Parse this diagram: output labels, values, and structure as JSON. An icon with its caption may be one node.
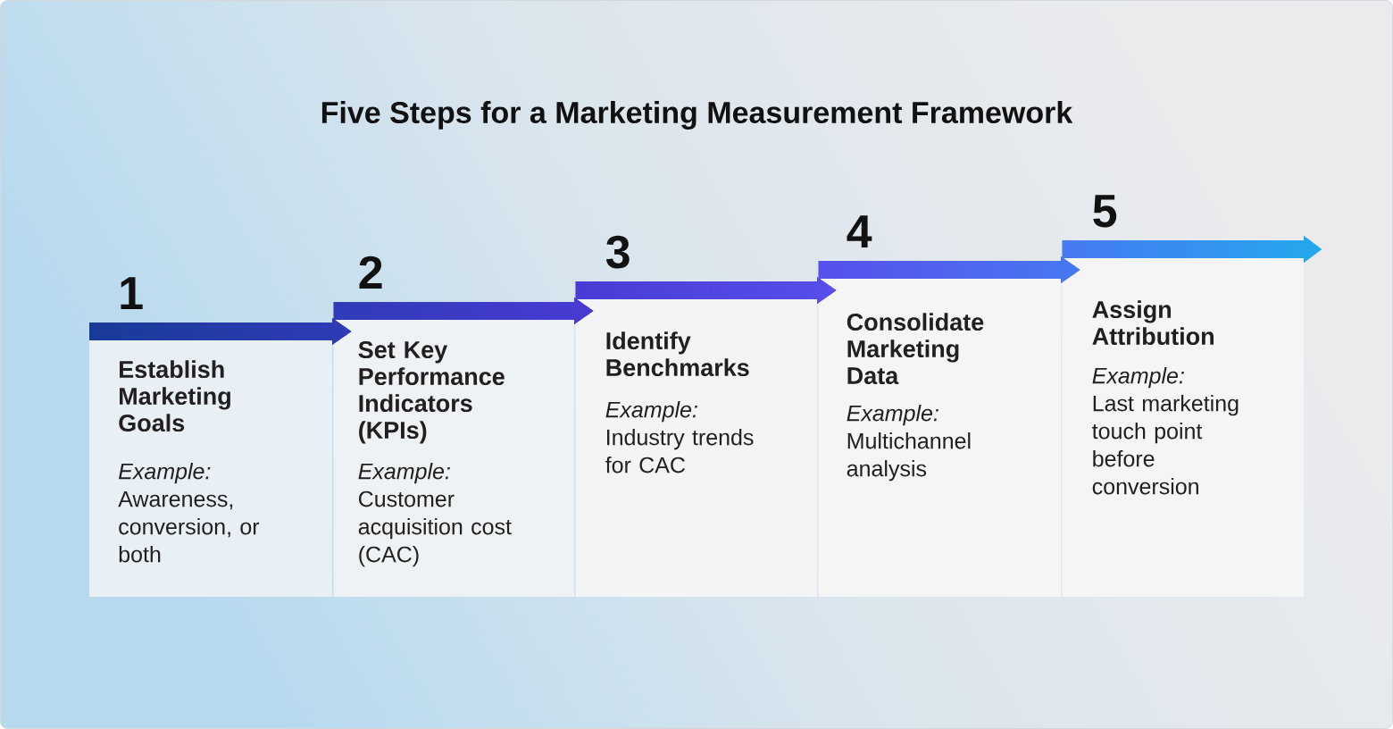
{
  "diagram": {
    "title": "Five Steps for a Marketing Measurement Framework",
    "nodes": [
      {
        "text": [
          "Establish Marketing Goals",
          "Example:",
          "Awareness, conversion, or both"
        ],
        "beside": [
          "1"
        ]
      },
      {
        "text": [
          "Set Key Performance Indicators (KPIs)",
          "Example:",
          "Customer acquisition cost (CAC)"
        ],
        "beside": [
          "2"
        ]
      },
      {
        "text": [
          "Identify Benchmarks",
          "Example:",
          "Industry trends for CAC"
        ],
        "beside": [
          "3"
        ]
      },
      {
        "text": [
          "Consolidate Marketing Data",
          "Example:",
          "Multichannel analysis"
        ],
        "beside": [
          "4"
        ]
      },
      {
        "text": [
          "Assign Attribution",
          "Example:",
          "Last marketing touch point before conversion"
        ],
        "beside": [
          "5"
        ]
      }
    ],
    "edges": [
      {
        "from": 0,
        "to": 1,
        "arrow": "to",
        "color": "#243ba8"
      },
      {
        "from": 1,
        "to": 2,
        "arrow": "to",
        "color": "#3c3ac6"
      },
      {
        "from": 2,
        "to": 3,
        "arrow": "to",
        "color": "#553de1"
      },
      {
        "from": 3,
        "to": 4,
        "arrow": "to",
        "color": "#5961f6"
      },
      {
        "from": 4,
        "to": null,
        "arrow": "to",
        "color": "#3591f0"
      }
    ]
  }
}
